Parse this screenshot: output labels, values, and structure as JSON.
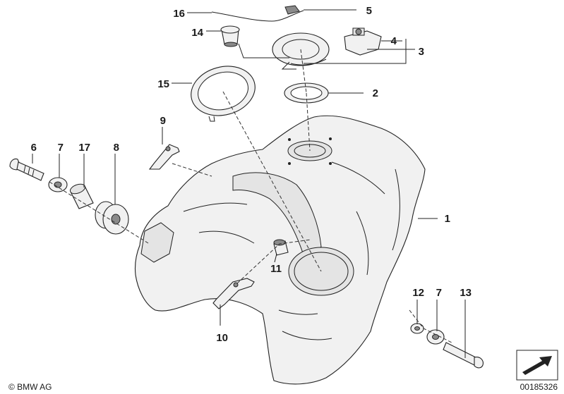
{
  "diagram": {
    "labels": {
      "p1": "1",
      "p2": "2",
      "p3": "3",
      "p4": "4",
      "p5": "5",
      "p6": "6",
      "p7a": "7",
      "p7b": "7",
      "p8": "8",
      "p9": "9",
      "p10": "10",
      "p11": "11",
      "p12": "12",
      "p13": "13",
      "p14": "14",
      "p15": "15",
      "p16": "16",
      "p17": "17"
    },
    "copyright": "© BMW AG",
    "image_number": "00185326"
  }
}
